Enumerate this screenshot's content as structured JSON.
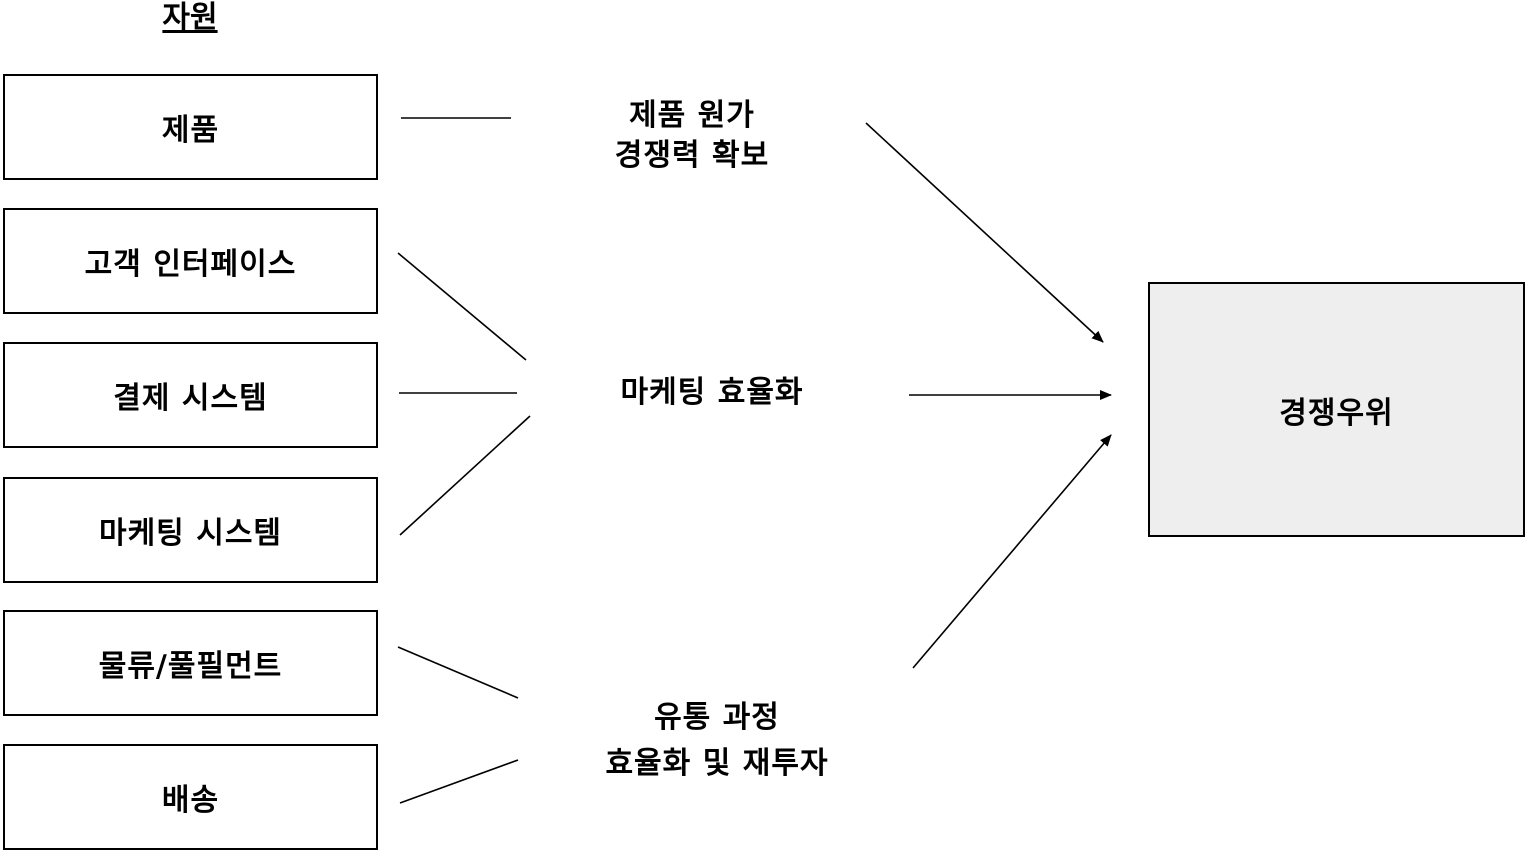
{
  "header": {
    "title": "자원"
  },
  "resources": [
    {
      "label": "제품"
    },
    {
      "label": "고객 인터페이스"
    },
    {
      "label": "결제 시스템"
    },
    {
      "label": "마케팅 시스템"
    },
    {
      "label": "물류/풀필먼트"
    },
    {
      "label": "배송"
    }
  ],
  "effects": [
    {
      "line1": "제품 원가",
      "line2": "경쟁력 확보"
    },
    {
      "line1": "마케팅 효율화",
      "line2": ""
    },
    {
      "line1": "유통 과정",
      "line2": "효율화 및 재투자"
    }
  ],
  "result": {
    "label": "경쟁우위"
  },
  "colors": {
    "line": "#000000",
    "result_fill": "#eeeeee",
    "box_border": "#000000"
  }
}
